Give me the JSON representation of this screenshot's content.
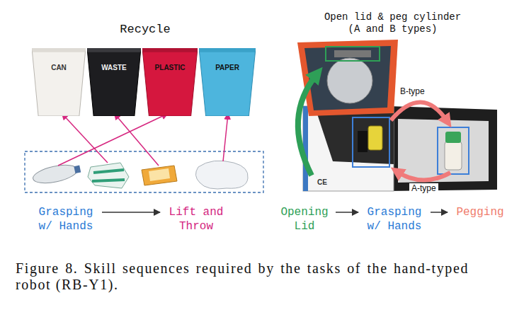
{
  "diagram": {
    "caption": "Figure 8. Skill sequences required by the tasks of the hand-typed robot (RB-Y1).",
    "nodes": [
      {
        "text": [
          "CAN"
        ]
      },
      {
        "text": [
          "WASTE"
        ]
      },
      {
        "text": [
          "PLASTIC"
        ]
      },
      {
        "text": [
          "PAPER"
        ]
      },
      {
        "text": [
          "Grasping w/ Hands"
        ]
      },
      {
        "text": [
          "Lift and Throw"
        ]
      },
      {
        "text": [
          "Opening Lid"
        ]
      },
      {
        "text": [
          "Grasping w/ Hands"
        ]
      },
      {
        "text": [
          "Pegging"
        ]
      }
    ],
    "edges": [
      {
        "from": 4,
        "to": 5,
        "arrow": "to"
      },
      {
        "from": 6,
        "to": 7,
        "arrow": "to"
      },
      {
        "from": 7,
        "to": 8,
        "arrow": "to"
      }
    ],
    "labels": [
      "Recycle",
      "Open lid & peg cylinder (A and B types)",
      "B-type",
      "A-type",
      "CE"
    ]
  }
}
